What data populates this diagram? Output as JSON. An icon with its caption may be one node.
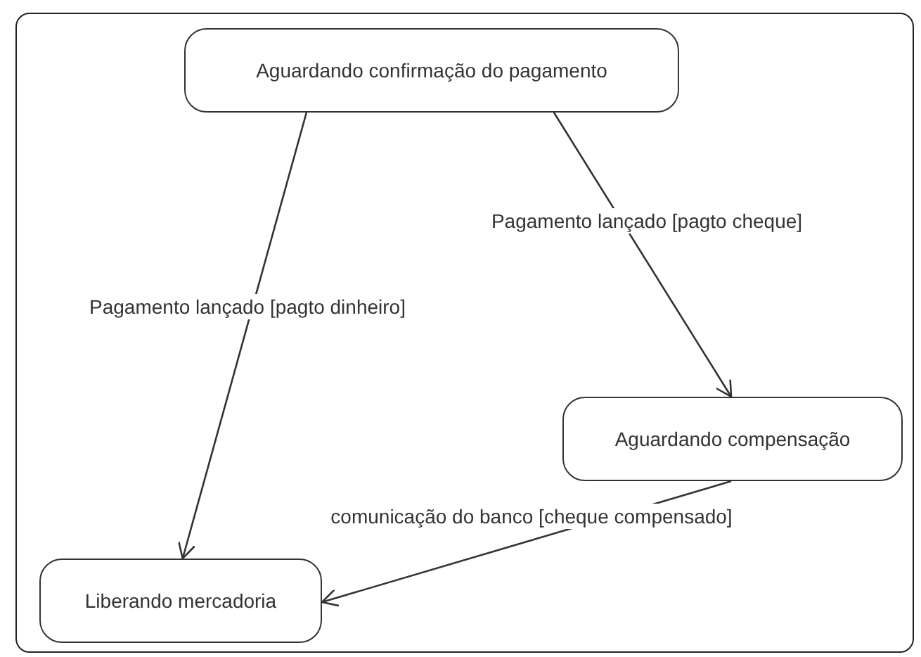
{
  "diagram": {
    "nodes": [
      {
        "text": [
          "Aguardando confirmação do pagamento"
        ]
      },
      {
        "text": [
          "Aguardando compensação"
        ]
      },
      {
        "text": [
          "Liberando mercadoria"
        ]
      }
    ],
    "edges": [
      {
        "from": 0,
        "to": 1,
        "arrow": "to",
        "label": "Pagamento lançado [pagto cheque]"
      },
      {
        "from": 0,
        "to": 2,
        "arrow": "to",
        "label": "Pagamento lançado [pagto dinheiro]"
      },
      {
        "from": 1,
        "to": 2,
        "arrow": "to",
        "label": "comunicação do banco [cheque compensado]"
      }
    ]
  }
}
